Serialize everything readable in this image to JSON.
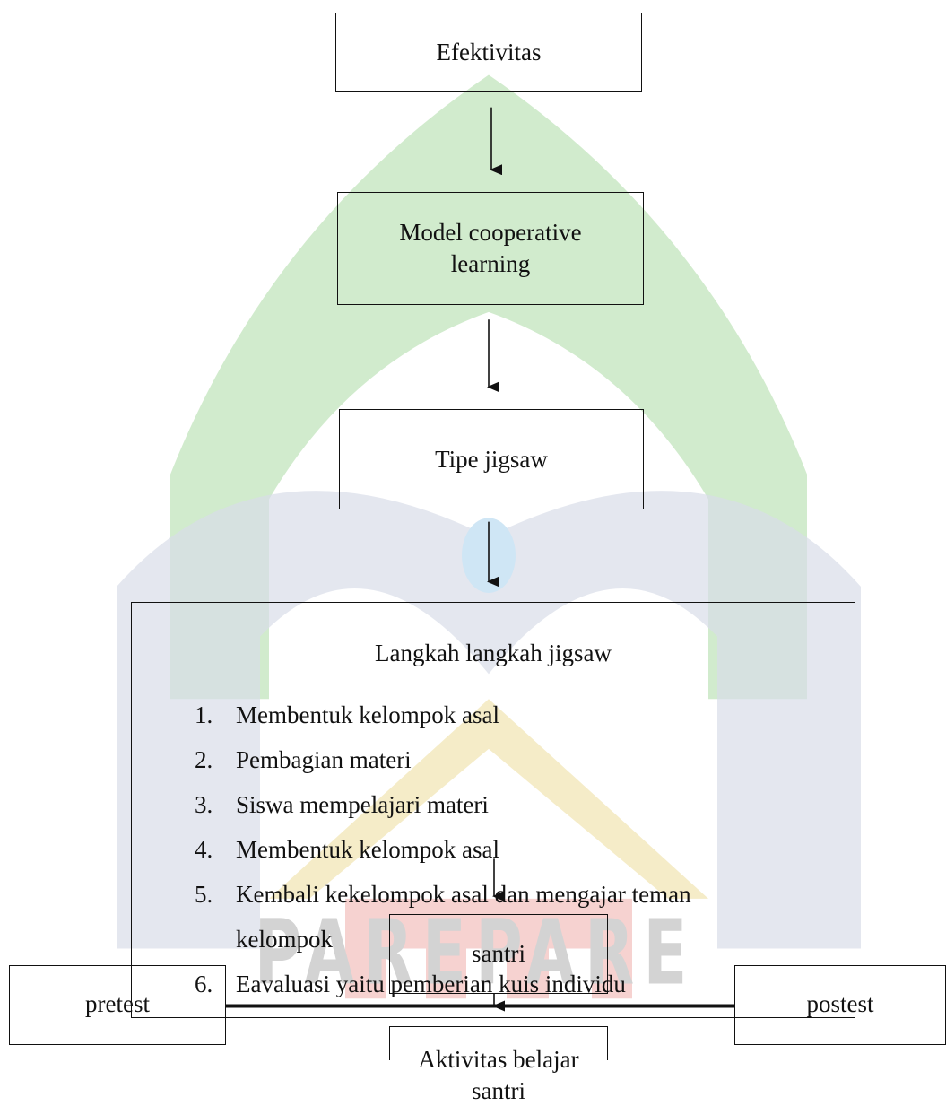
{
  "diagram": {
    "nodes": {
      "efektivitas": "Efektivitas",
      "model_line1": "Model cooperative",
      "model_line2": "learning",
      "tipe": "Tipe jigsaw",
      "langkah_title": "Langkah langkah jigsaw",
      "steps": [
        {
          "num": "1.",
          "text": "Membentuk kelompok asal"
        },
        {
          "num": "2.",
          "text": "Pembagian materi"
        },
        {
          "num": "3.",
          "text": "Siswa mempelajari materi"
        },
        {
          "num": "4.",
          "text": "Membentuk kelompok asal"
        },
        {
          "num": "5.",
          "text": "Kembali kekelompok asal dan mengajar teman kelompok"
        },
        {
          "num": "6.",
          "text": "Eavaluasi yaitu pemberian kuis individu"
        }
      ],
      "santri": "santri",
      "pretest": "pretest",
      "postest": "postest",
      "aktivitas_line1": "Aktivitas belajar",
      "aktivitas_line2": "santri"
    },
    "watermark_text": "PAREPARE",
    "colors": {
      "watermark_green": "#c9e8c4",
      "watermark_blue": "#d8dde8",
      "watermark_yellow": "#f5ecc8",
      "watermark_red": "#f6d2d0",
      "watermark_text": "#d3d3d3",
      "line": "#111111"
    }
  }
}
